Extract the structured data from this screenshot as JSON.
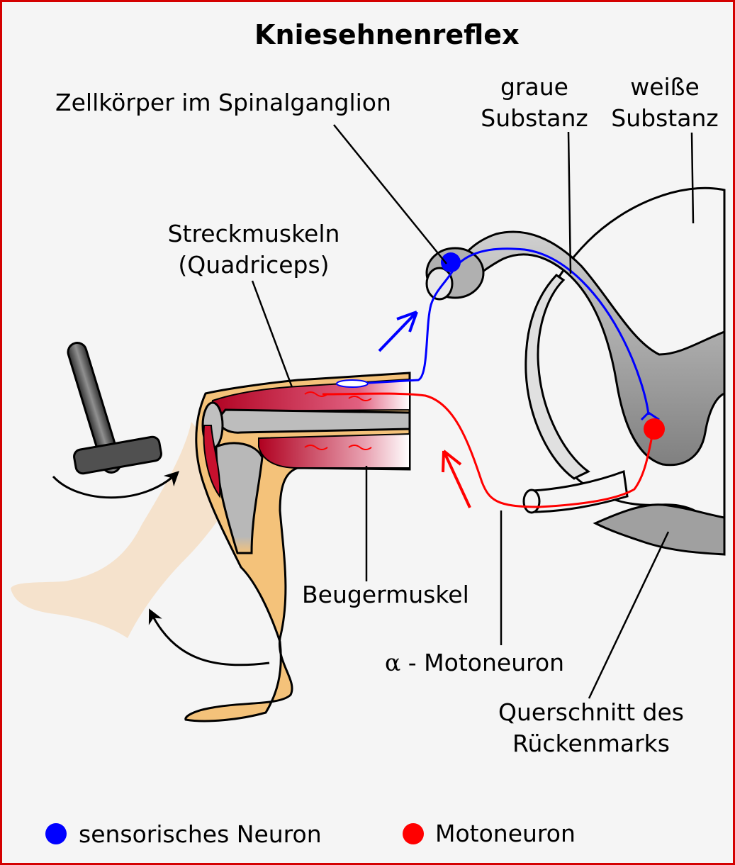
{
  "title": "Kniesehnenreflex",
  "labels": {
    "zellkoerper": "Zellkörper im Spinalganglion",
    "graue_substanz": [
      "graue",
      "Substanz"
    ],
    "weisse_substanz": [
      "weiße",
      "Substanz"
    ],
    "streckmuskeln": [
      "Streckmuskeln",
      "(Quadriceps)"
    ],
    "beugermuskel": "Beugermuskel",
    "motoneuron_greek": "α",
    "motoneuron_text": " - Motoneuron",
    "querschnitt": [
      "Querschnitt des",
      "Rückenmarks"
    ]
  },
  "legend": [
    {
      "label": "sensorisches Neuron",
      "color": "#0000ff"
    },
    {
      "label": "Motoneuron",
      "color": "#ff0000"
    }
  ],
  "colors": {
    "frame": "#d40000",
    "background": "#f5f5f5",
    "sensory": "#0000ff",
    "motor": "#ff0000",
    "skin": "#f4c27a",
    "skin_ghost": "#f5e2cc",
    "muscle": "#c8102e",
    "grey_matter": "#a0a0a0",
    "bone": "#bdbdbd"
  },
  "icons": [
    "reflex-hammer-icon"
  ]
}
